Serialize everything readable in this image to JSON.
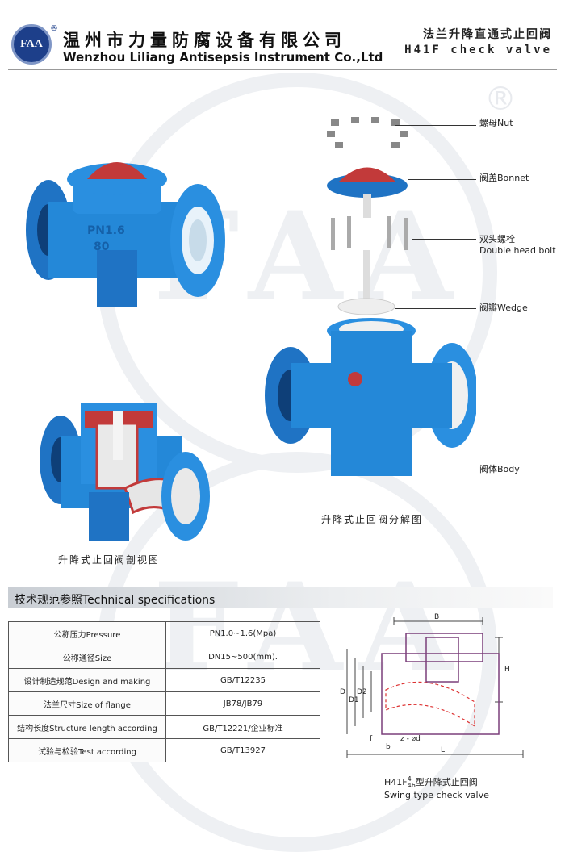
{
  "header": {
    "logo_text": "FAA",
    "reg_mark": "®",
    "company_cn": "温州市力量防腐设备有限公司",
    "company_en": "Wenzhou Liliang Antisepsis Instrument Co.,Ltd",
    "product_cn": "法兰升降直通式止回阀",
    "product_en": "H41F  check  valve"
  },
  "watermark": {
    "text": "FAA",
    "reg_mark": "®"
  },
  "valve_casting": {
    "line1": "PN1.6",
    "line2": "80"
  },
  "parts": [
    {
      "cn": "螺母",
      "en": "Nut"
    },
    {
      "cn": "阀盖",
      "en": "Bonnet"
    },
    {
      "cn": "双头螺栓",
      "en": "Double head bolt"
    },
    {
      "cn": "阀瓣",
      "en": "Wedge"
    },
    {
      "cn": "阀体",
      "en": "Body"
    }
  ],
  "captions": {
    "exploded": "升降式止回阀分解图",
    "section": "升降式止回阀剖视图"
  },
  "spec": {
    "title": "技术规范参照Technical specifications",
    "rows": [
      {
        "label": "公称压力Pressure",
        "value": "PN1.0~1.6(Mpa)"
      },
      {
        "label": "公称通径Size",
        "value": "DN15~500(mm)."
      },
      {
        "label": "设计制造规范Design and making",
        "value": "GB/T12235"
      },
      {
        "label": "法兰尺寸Size of flange",
        "value": "JB78/JB79"
      },
      {
        "label": "结构长度Structure length according",
        "value": "GB/T12221/企业标准"
      },
      {
        "label": "试验与检验Test according",
        "value": "GB/T13927"
      }
    ]
  },
  "drawing": {
    "dims": {
      "B": "B",
      "H": "H",
      "D": "D",
      "D1": "D1",
      "D2": "D2",
      "f": "f",
      "b": "b",
      "z": "z - ⌀d",
      "L": "L"
    },
    "cap_model": "H41F",
    "cap_sup": "4",
    "cap_sub": "46",
    "cap_cn": "型升降式止回阀",
    "cap_en": "Swing type check valve"
  }
}
